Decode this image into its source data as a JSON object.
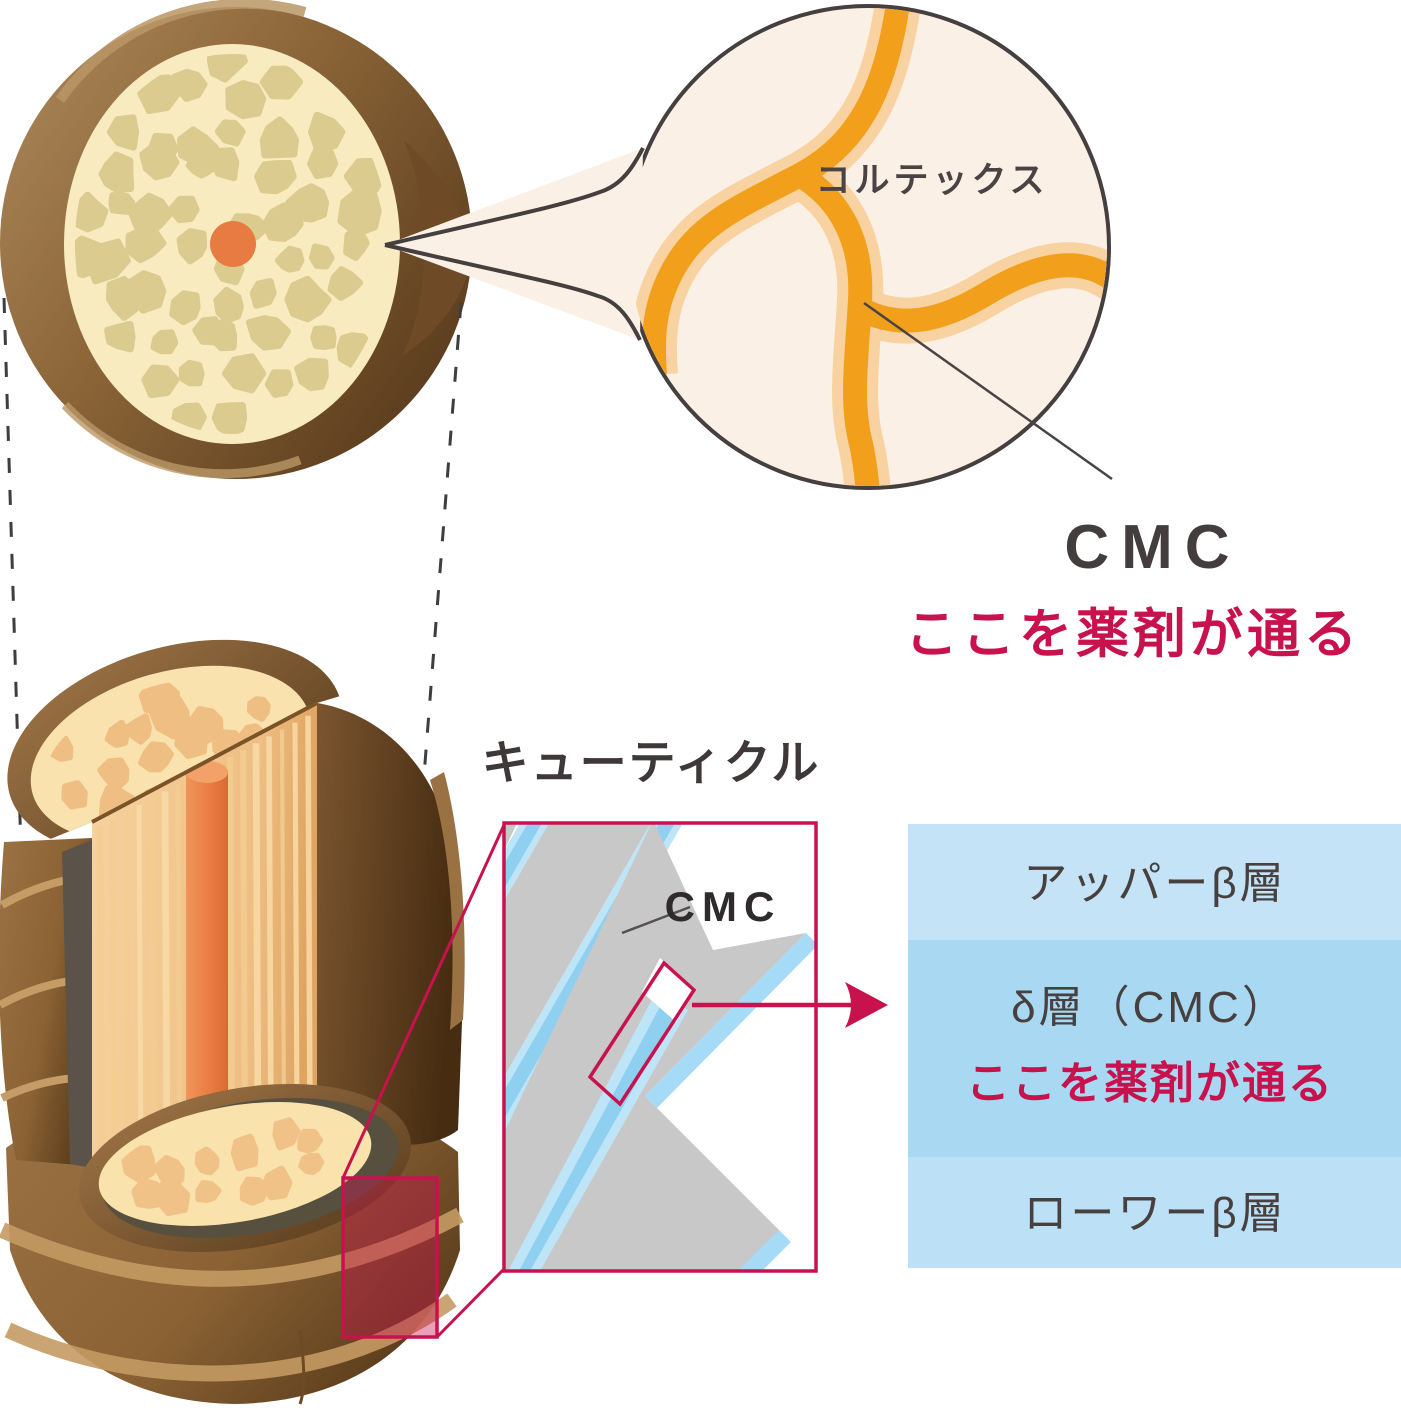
{
  "magnifier": {
    "cortex_label": "コルテックス"
  },
  "cmc_callout": {
    "title": "CMC",
    "subtitle": "ここを薬剤が通る"
  },
  "cuticle_section": {
    "label": "キューティクル",
    "cmc_label": "CMC"
  },
  "layer_table": {
    "rows": [
      {
        "label": "アッパーβ層"
      },
      {
        "label": "δ層（CMC）",
        "sublabel": "ここを薬剤が通る"
      },
      {
        "label": "ローワーβ層"
      }
    ]
  },
  "colors": {
    "accent_crimson": "#C8124E",
    "band_orange_core": "#F2A01C",
    "band_orange_edge": "#F8D2A0",
    "cmc_blue_core": "#8FD0F1",
    "cmc_blue_edge": "#BEE4F8",
    "scale_gray": "#C9C8C8",
    "table_row_light": "#C4E3F6",
    "table_row_mid": "#A9D9F2",
    "table_row_lower": "#BCE0F5",
    "text_dark": "#443D3E"
  }
}
